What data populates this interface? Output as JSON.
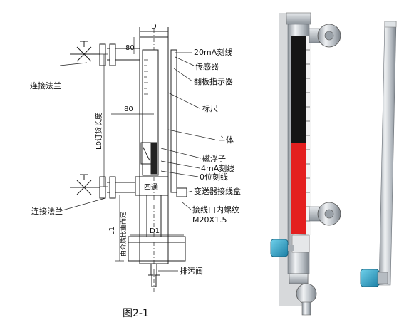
{
  "labels": {
    "mark_20ma": "20mA刻线",
    "sensor": "传感器",
    "flap_indicator": "翻板指示器",
    "scale": "标尺",
    "main_body": "主体",
    "magnetic_float": "磁浮子",
    "mark_4ma": "4mA刻线",
    "zero_mark": "0位刻线",
    "transmitter_box": "变送器接线盒",
    "thread_line1": "接线口内螺纹",
    "thread_line2": "M20X1.5",
    "flange_top": "连接法兰",
    "flange_bottom": "连接法兰",
    "drain_valve": "排污阀",
    "order_length": "L0订货长度",
    "l1_label": "L1",
    "min_density": "由介质比重而定",
    "dim_d_top": "D",
    "dim_d1": "D1",
    "dim_80_top": "80",
    "dim_80_mid": "80",
    "four_way": "四通",
    "caption": "图2-1"
  },
  "colors": {
    "red_band": "#e41f1f",
    "black_band": "#151515",
    "steel": "#c9ced4",
    "junction_box": "#2aa7c9"
  }
}
